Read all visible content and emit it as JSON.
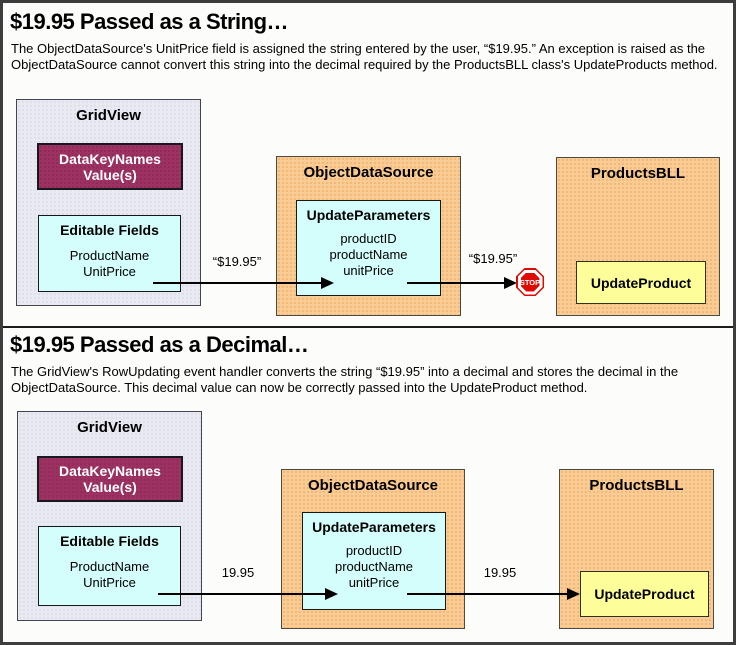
{
  "colors": {
    "page-bg": "#fcfdfa",
    "frame": "#3d3d3d",
    "gv": "#e9e9f2",
    "magenta": "#9c3162",
    "cyan": "#d3fefb",
    "orange": "#f9cc96",
    "yellow": "#fdfe9a",
    "red": "#dd0b06",
    "ink": "#000000"
  },
  "panels": [
    {
      "title": "$19.95 Passed as a String…",
      "description": "The ObjectDataSource's UnitPrice field is assigned the string entered by the user, “$19.95.” An exception is raised as the ObjectDataSource cannot convert this string into the decimal required by the ProductsBLL class's UpdateProducts method.",
      "gridview": {
        "title": "GridView",
        "datakeynames_line1": "DataKeyNames",
        "datakeynames_line2": "Value(s)",
        "editable_fields_title": "Editable Fields",
        "fields": [
          "ProductName",
          "UnitPrice"
        ]
      },
      "objectdatasource": {
        "title": "ObjectDataSource",
        "update_parameters_title": "UpdateParameters",
        "parameters": [
          "productID",
          "productName",
          "unitPrice"
        ]
      },
      "productsbll": {
        "title": "ProductsBLL",
        "method": "UpdateProduct"
      },
      "arrow1_label": "“$19.95”",
      "arrow2_label": "“$19.95”",
      "stop_label": "STOP"
    },
    {
      "title": "$19.95 Passed as a Decimal…",
      "description": "The GridView's RowUpdating event handler converts the string “$19.95” into a decimal and stores the decimal in the ObjectDataSource. This decimal value can now be correctly passed into the UpdateProduct method.",
      "gridview": {
        "title": "GridView",
        "datakeynames_line1": "DataKeyNames",
        "datakeynames_line2": "Value(s)",
        "editable_fields_title": "Editable Fields",
        "fields": [
          "ProductName",
          "UnitPrice"
        ]
      },
      "objectdatasource": {
        "title": "ObjectDataSource",
        "update_parameters_title": "UpdateParameters",
        "parameters": [
          "productID",
          "productName",
          "unitPrice"
        ]
      },
      "productsbll": {
        "title": "ProductsBLL",
        "method": "UpdateProduct"
      },
      "arrow1_label": "19.95",
      "arrow2_label": "19.95"
    }
  ]
}
